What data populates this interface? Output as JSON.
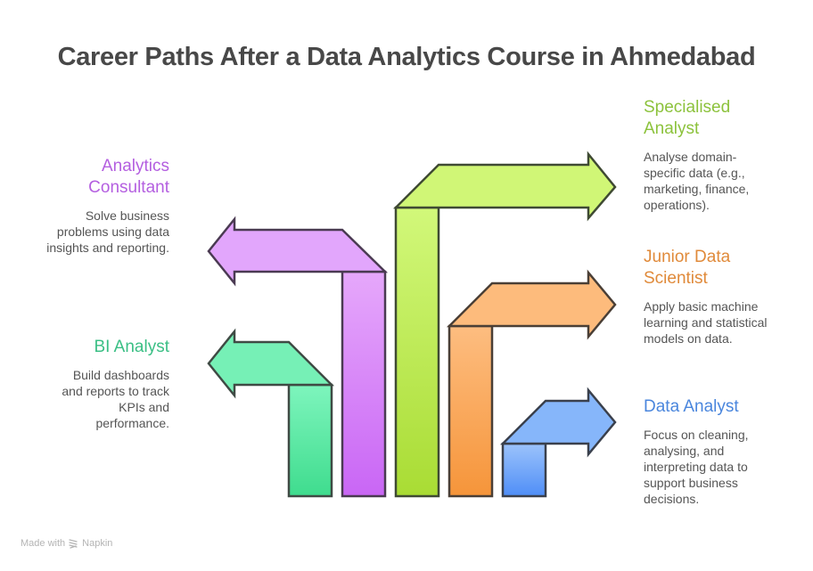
{
  "title": "Career Paths After a Data Analytics Course in Ahmedabad",
  "colors": {
    "outline": "#3f3f3f",
    "bi_analyst": "#3ecf8e",
    "analytics_consultant": "#c86cf4",
    "specialised_analyst": "#a6da34",
    "junior_data_scientist": "#f6953a",
    "data_analyst": "#4f8ef7"
  },
  "paths": [
    {
      "id": "analytics_consultant",
      "title_line1": "Analytics",
      "title_line2": "Consultant",
      "description": "Solve business problems using data insights and reporting.",
      "color": "#b45fe0",
      "direction": "left"
    },
    {
      "id": "bi_analyst",
      "title_line1": "BI Analyst",
      "title_line2": "",
      "description": "Build dashboards and reports to track KPIs and performance.",
      "color": "#3bbf85",
      "direction": "left"
    },
    {
      "id": "specialised_analyst",
      "title_line1": "Specialised",
      "title_line2": "Analyst",
      "description": "Analyse domain-specific data (e.g., marketing, finance, operations).",
      "color": "#8cc23c",
      "direction": "right"
    },
    {
      "id": "junior_data_scientist",
      "title_line1": "Junior Data",
      "title_line2": "Scientist",
      "description": "Apply basic machine learning and statistical models on data.",
      "color": "#e08a3a",
      "direction": "right"
    },
    {
      "id": "data_analyst",
      "title_line1": "Data Analyst",
      "title_line2": "",
      "description": "Focus on cleaning, analysing, and interpreting data to support business decisions.",
      "color": "#4a86dd",
      "direction": "right"
    }
  ],
  "footer": {
    "made_with": "Made with",
    "brand": "Napkin"
  }
}
